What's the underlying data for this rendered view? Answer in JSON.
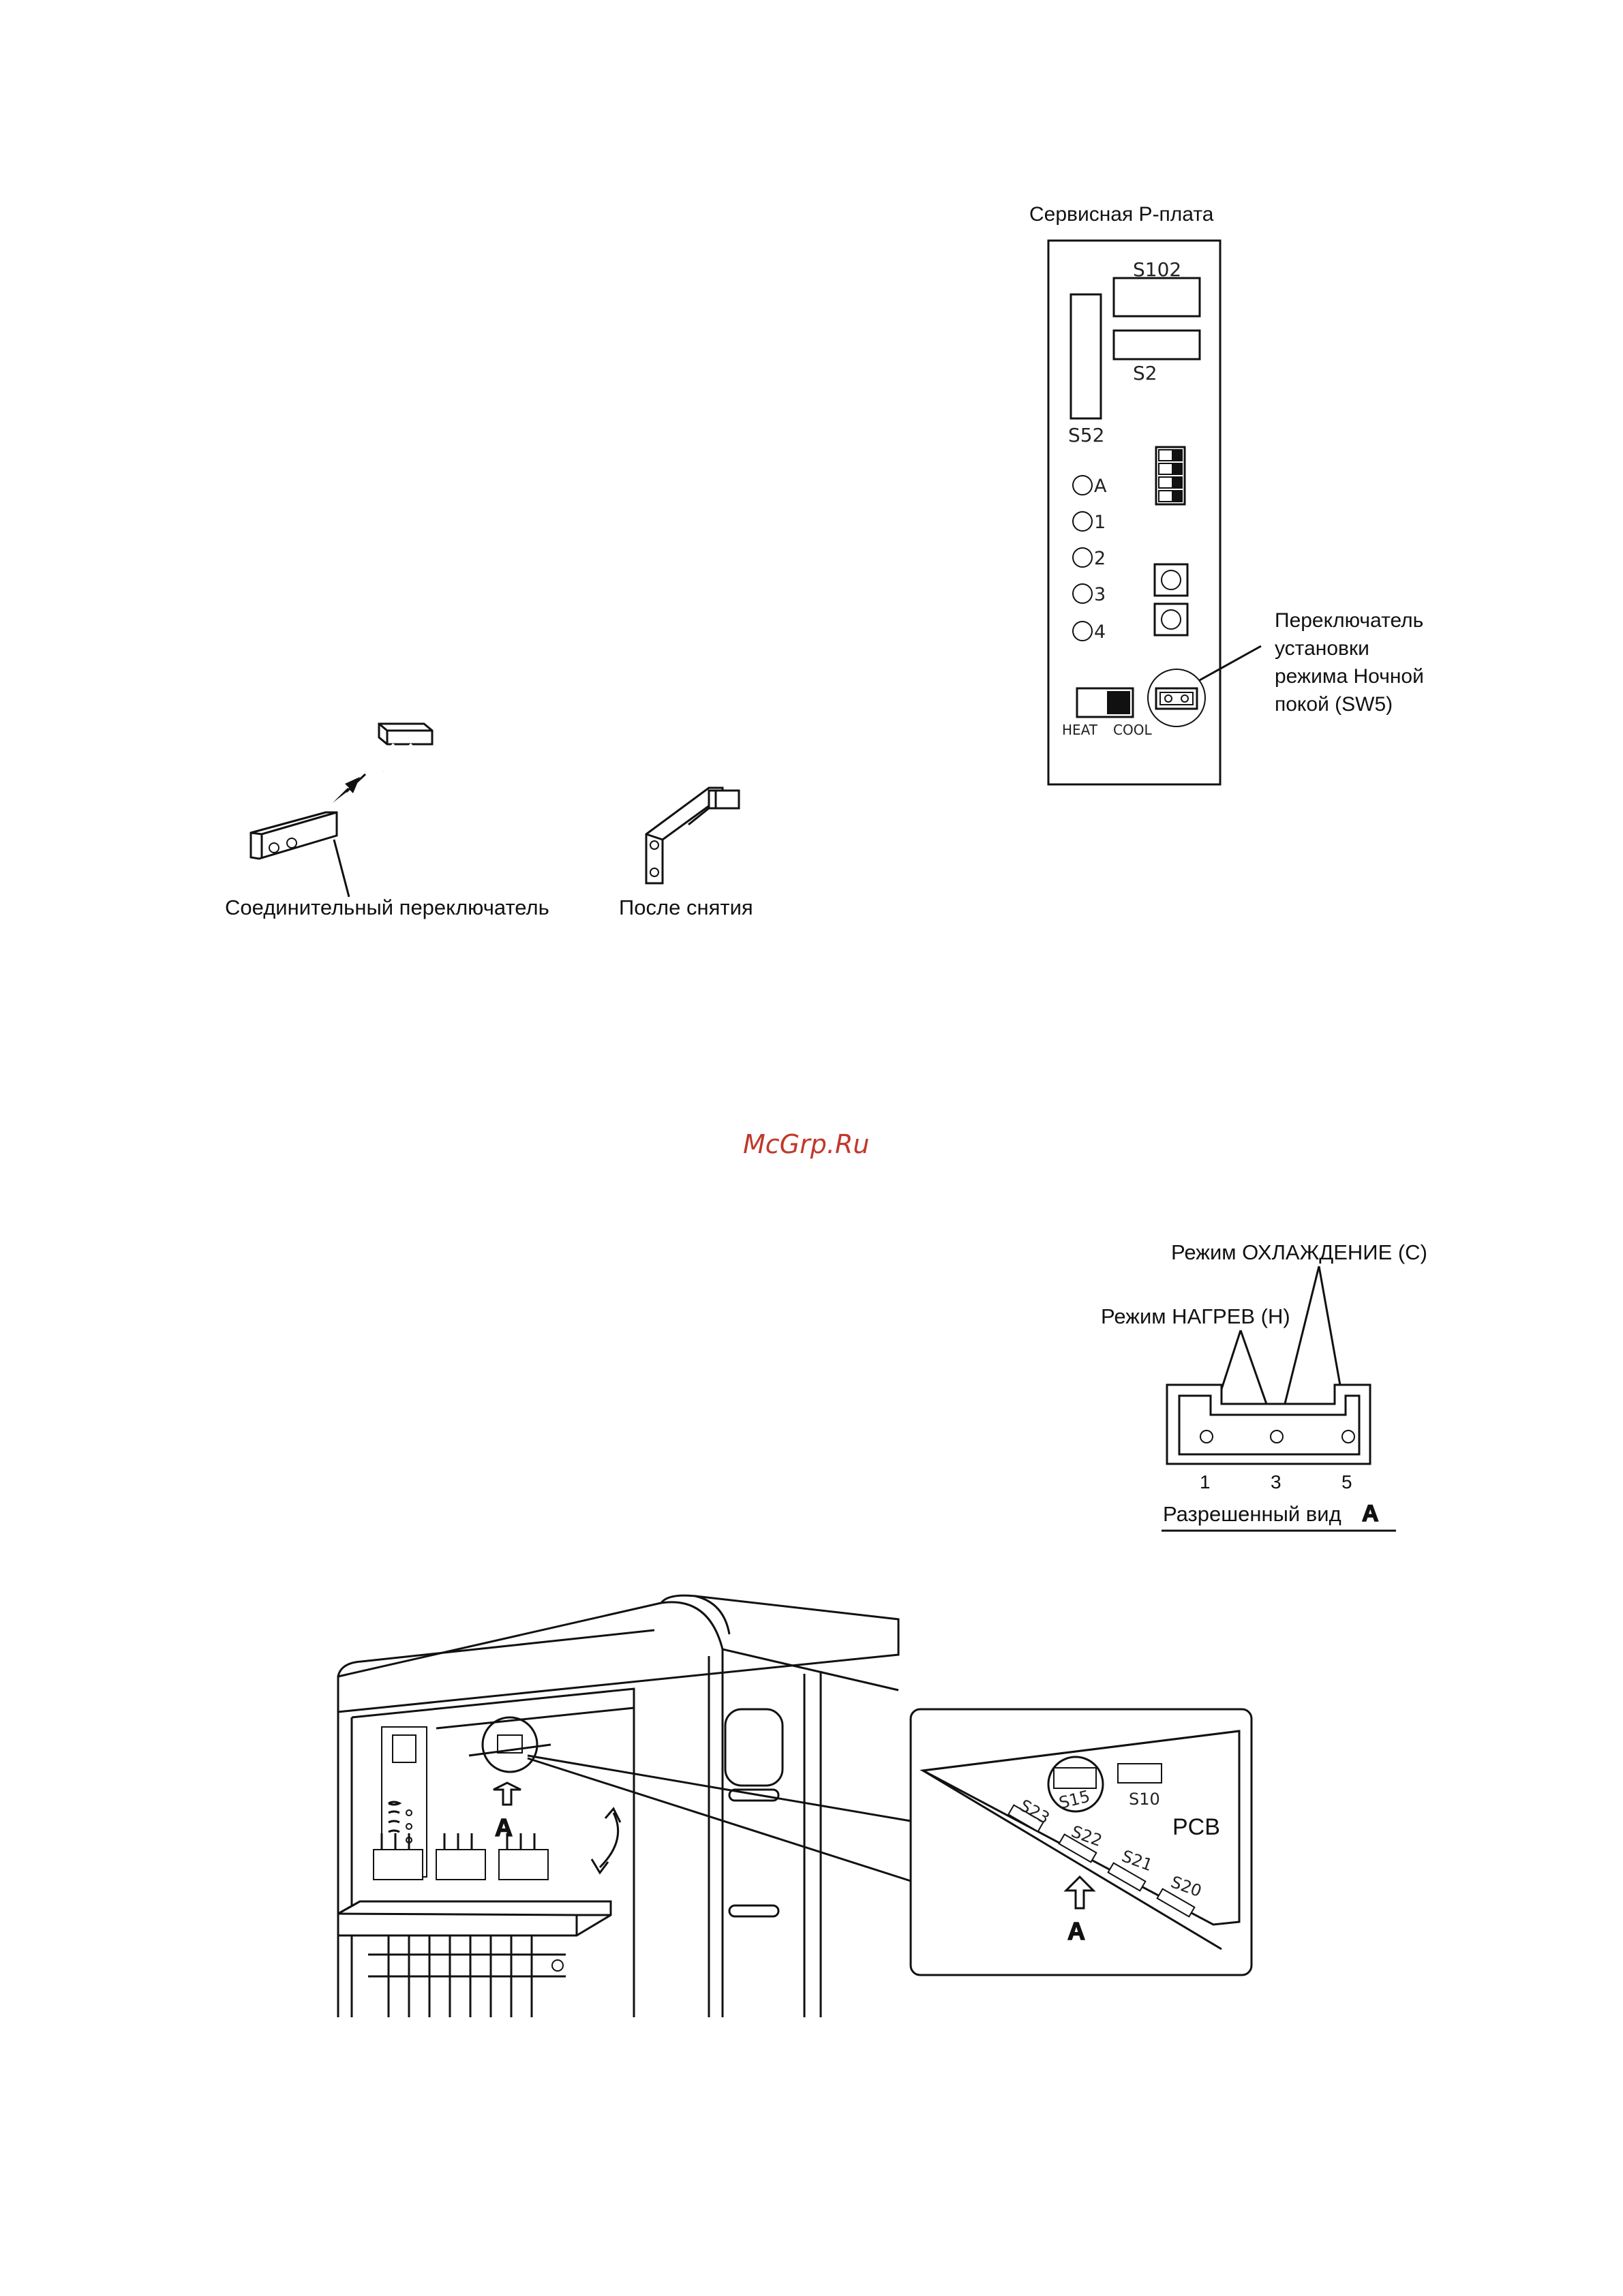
{
  "service_board": {
    "title": "Сервисная P-плата",
    "s102": "S102",
    "s2": "S2",
    "s52": "S52",
    "leds": [
      "A",
      "1",
      "2",
      "3",
      "4"
    ],
    "heat": "HEAT",
    "cool": "COOL",
    "sw5_label": [
      "Переключатель",
      "установки",
      "режима Ночной",
      "покой (SW5)"
    ]
  },
  "connector": {
    "label_switch": "Соединительный переключатель",
    "label_after": "После снятия"
  },
  "watermark": "McGrp.Ru",
  "mode_view": {
    "cool_mode": "Режим ОХЛАЖДЕНИЕ (С)",
    "heat_mode": "Режим НАГРЕВ (Н)",
    "pins": [
      "1",
      "3",
      "5"
    ],
    "caption": "Разрешенный вид",
    "caption_mark": "A"
  },
  "unit": {
    "arrow_mark": "A",
    "pcb": "PCB",
    "pcb_arrow_mark": "A",
    "connectors": [
      "S23",
      "S15",
      "S10",
      "S22",
      "S21",
      "S20"
    ]
  }
}
